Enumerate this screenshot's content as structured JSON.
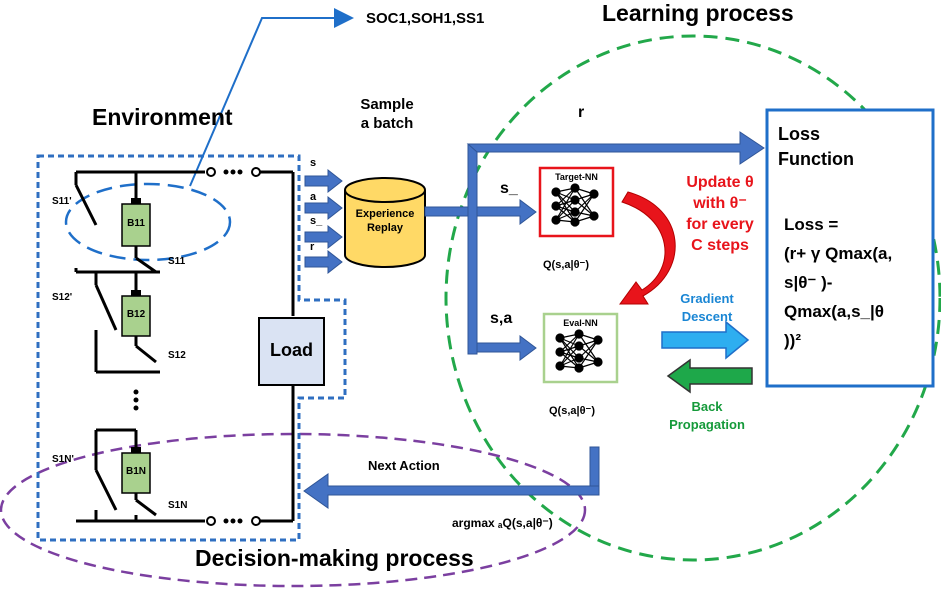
{
  "titles": {
    "environment": "Environment",
    "learning": "Learning process",
    "decision": "Decision-making process"
  },
  "top_callout": "SOC1,SOH1,SS1",
  "sample_batch": {
    "line1": "Sample",
    "line2": "a batch"
  },
  "experience_replay": {
    "line1": "Experience",
    "line2": "Replay"
  },
  "transition_labels": [
    "s",
    "a",
    "s_",
    "r"
  ],
  "flow_labels": {
    "r": "r",
    "s_": "s_",
    "s_a": "s,a"
  },
  "target_nn": {
    "label": "Target-NN",
    "q": "Q(s,a|θ⁻)"
  },
  "eval_nn": {
    "label": "Eval-NN",
    "q": "Q(s,a|θ⁻)"
  },
  "update": {
    "line1": "Update θ",
    "line2": "with θ⁻",
    "line3": "for every",
    "line4": "C steps"
  },
  "gradient": {
    "line1": "Gradient",
    "line2": "Descent"
  },
  "back": {
    "line1": "Back",
    "line2": "Propagation"
  },
  "loss_box": {
    "title1": "Loss",
    "title2": "Function",
    "l1": "Loss =",
    "l2": "(r+ γ Qmax(a,",
    "l3": "s|θ⁻ )-",
    "l4": "Qmax(a,s_|θ",
    "l5": "))²"
  },
  "next_action": "Next Action",
  "argmax": "argmax ₐQ(s,a|θ⁻)",
  "load": "Load",
  "batteries": [
    "B11",
    "B12",
    "B1N"
  ],
  "switches": {
    "s11p": "S11'",
    "s11": "S11",
    "s12p": "S12'",
    "s12": "S12",
    "s1np": "S1N'",
    "s1n": "S1N"
  },
  "colors": {
    "dark_blue": "#2f5597",
    "arrow_blue": "#4472c4",
    "green_dash": "#22a84a",
    "purple_dash": "#7b3fa0",
    "battery_green": "#a9d18e",
    "replay_yellow": "#ffd966",
    "load_fill": "#dae3f3",
    "red_box": "#e8141b",
    "light_blue": "#2eaef0",
    "green_arrow": "#1ea84a"
  }
}
